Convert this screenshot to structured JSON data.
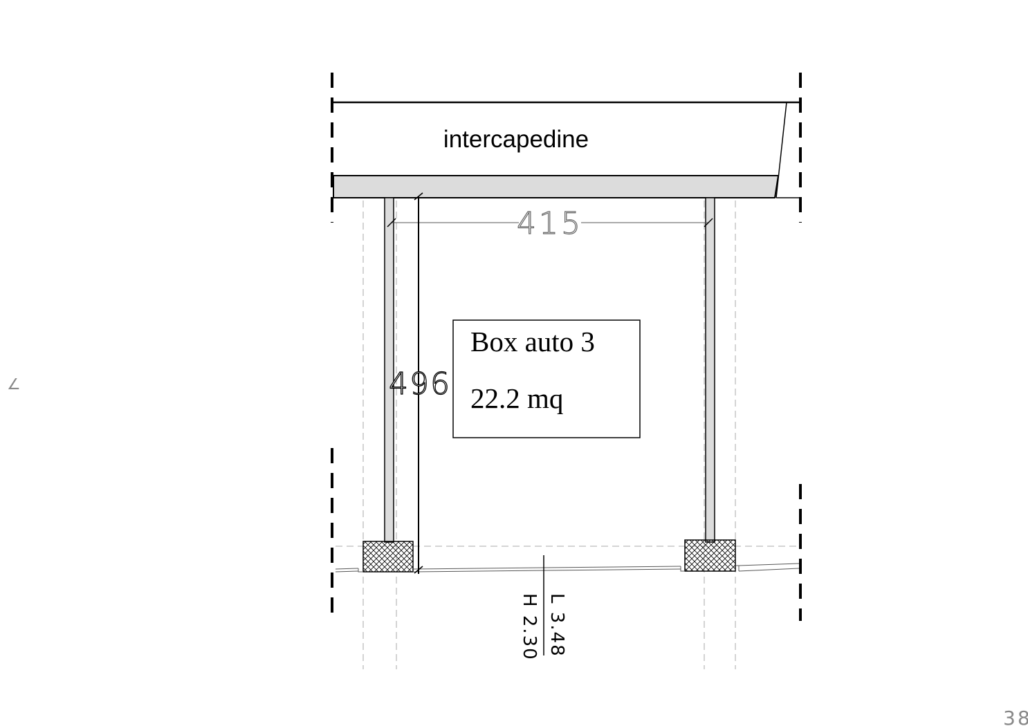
{
  "plan": {
    "corridor_label": "intercapedine",
    "width_dimension": "415",
    "depth_dimension": "496",
    "room": {
      "name": "Box auto 3",
      "area": "22.2 mq"
    },
    "door": {
      "length": "L 3.48",
      "height": "H 2.30"
    },
    "edge_fragment_left": "∠",
    "edge_fragment_right": "38"
  }
}
